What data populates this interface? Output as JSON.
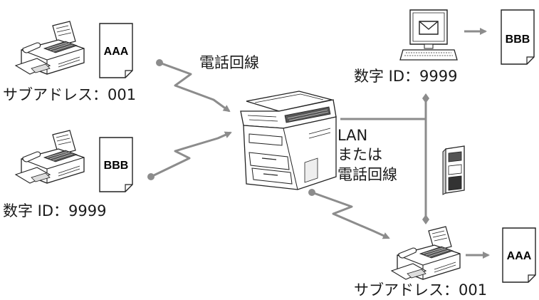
{
  "labels": {
    "sender_top_address": "サブアドレス：001",
    "sender_bottom_id": "数字 ID：9999",
    "phone_line_top": "電話回線",
    "lan_or_phone": [
      "LAN",
      "または",
      "電話回線"
    ],
    "pc_recipient_id": "数字 ID：9999",
    "fax_recipient_address": "サブアドレス：001"
  },
  "documents": {
    "sender_top": "AAA",
    "sender_bottom": "BBB",
    "pc_recipient": "BBB",
    "fax_recipient": "AAA"
  },
  "colors": {
    "line": "#8c8c8c",
    "device_outline": "#222222",
    "arrow": "#8c8c8c"
  }
}
